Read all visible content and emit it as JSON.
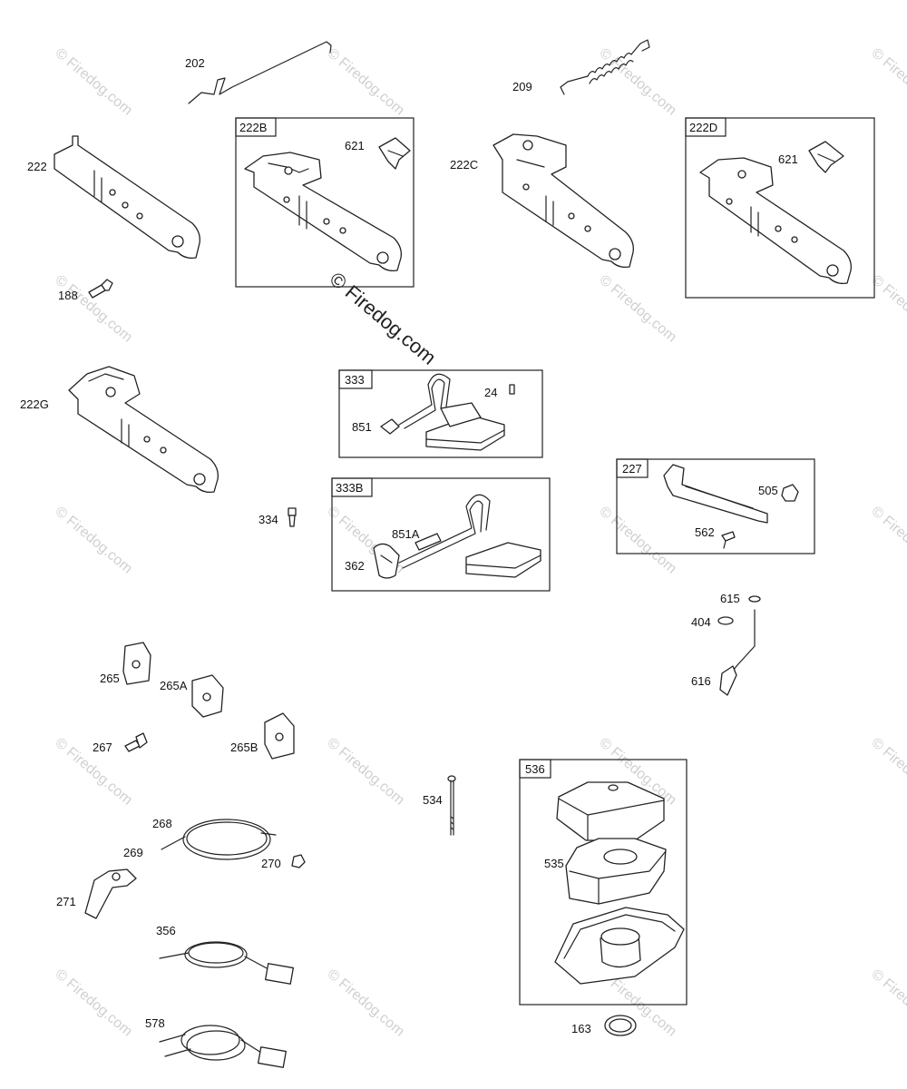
{
  "watermark": {
    "text": "© Firedog.com",
    "center_text": "© Firedog.com"
  },
  "labels": {
    "p202": "202",
    "p209": "209",
    "p222": "222",
    "p222C": "222C",
    "p188": "188",
    "p222G": "222G",
    "p334": "334",
    "p227": "227",
    "p505": "505",
    "p562": "562",
    "p615": "615",
    "p404": "404",
    "p616": "616",
    "p265": "265",
    "p265A": "265A",
    "p267": "267",
    "p265B": "265B",
    "p268": "268",
    "p269": "269",
    "p270": "270",
    "p271": "271",
    "p356": "356",
    "p578": "578",
    "p534": "534",
    "p536": "536",
    "p535": "535",
    "p163": "163",
    "p333": "333",
    "p24": "24",
    "p851": "851",
    "p333B": "333B",
    "p851A": "851A",
    "p362": "362",
    "p222B": "222B",
    "p621a": "621",
    "p222D": "222D",
    "p621b": "621"
  }
}
